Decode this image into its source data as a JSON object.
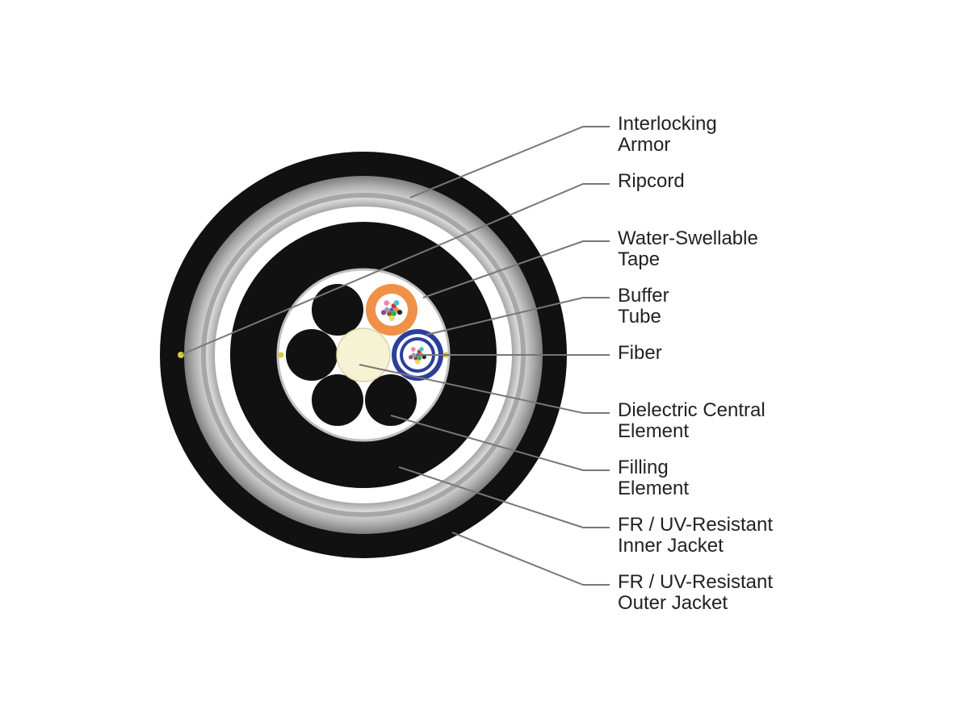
{
  "labels": [
    {
      "id": "interlocking-armor",
      "lines": [
        "Interlocking",
        "Armor"
      ]
    },
    {
      "id": "ripcord",
      "lines": [
        "Ripcord",
        ""
      ]
    },
    {
      "id": "water-swellable-tape",
      "lines": [
        "Water-Swellable",
        "Tape"
      ]
    },
    {
      "id": "buffer-tube",
      "lines": [
        "Buffer",
        "Tube"
      ]
    },
    {
      "id": "fiber",
      "lines": [
        "Fiber",
        ""
      ]
    },
    {
      "id": "dielectric-central-element",
      "lines": [
        "Dielectric Central",
        "Element"
      ]
    },
    {
      "id": "filling-element",
      "lines": [
        "Filling",
        "Element"
      ]
    },
    {
      "id": "inner-jacket",
      "lines": [
        "FR / UV-Resistant",
        "Inner Jacket"
      ]
    },
    {
      "id": "outer-jacket",
      "lines": [
        "FR / UV-Resistant",
        "Outer Jacket"
      ]
    }
  ],
  "colors": {
    "jacket": "#111111",
    "armor_light": "#d4d4d4",
    "armor_dark": "#8f8f8f",
    "tape": "#ffffff",
    "core_ring": "#bdbdbd",
    "central_element": "#f6f3d4",
    "buffer_tube_orange": "#f0914a",
    "buffer_tube_blue": "#2b3f9a",
    "leader_line": "#777777",
    "ripcord": "#d8c83a"
  },
  "fiber_colors": [
    "#2d6fd1",
    "#f08a2b",
    "#2faa4a",
    "#8b5a2b",
    "#9a9a9a",
    "#ffffff",
    "#e02b2b",
    "#222222",
    "#f2e03a",
    "#8e44ad",
    "#ff7eb9",
    "#36c8d8"
  ]
}
